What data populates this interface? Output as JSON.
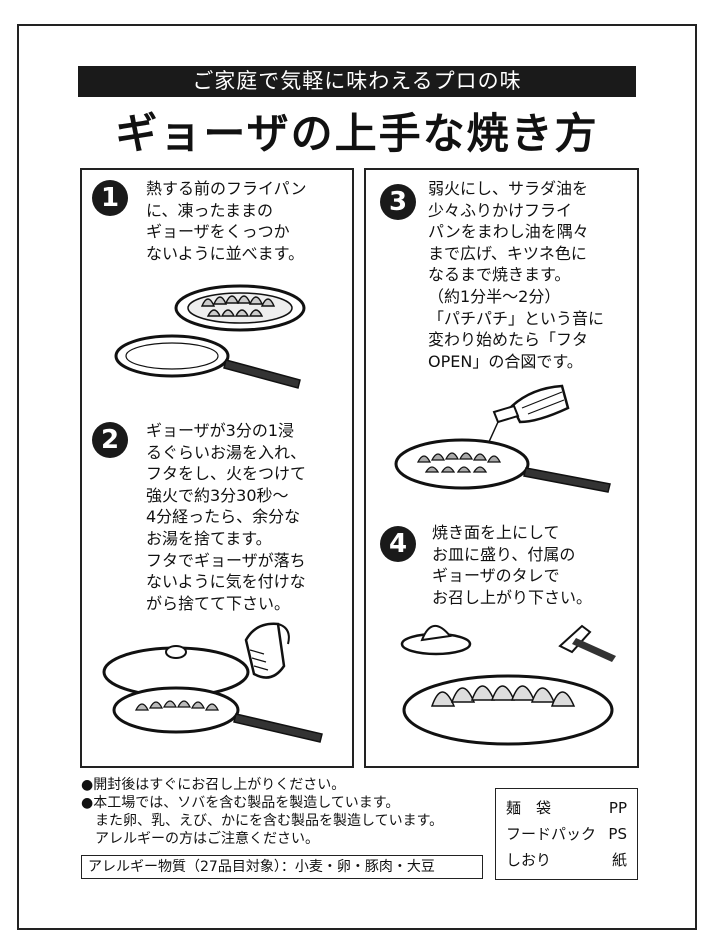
{
  "banner": "ご家庭で気軽に味わえるプロの味",
  "title": "ギョーザの上手な焼き方",
  "steps": [
    {
      "number": "1",
      "text": "熱する前のフライパン\nに、凍ったままの\nギョーザをくっつか\nないように並べます。"
    },
    {
      "number": "2",
      "text": "ギョーザが3分の1浸\nるぐらいお湯を入れ、\nフタをし、火をつけて\n強火で約3分30秒～\n4分経ったら、余分な\nお湯を捨てます。\nフタでギョーザが落ち\nないように気を付けな\nがら捨てて下さい。"
    },
    {
      "number": "3",
      "text": "弱火にし、サラダ油を\n少々ふりかけフライ\nパンをまわし油を隅々\nまで広げ、キツネ色に\nなるまで焼きます。\n（約1分半～2分）\n「パチパチ」という音に\n変わり始めたら「フタ\nOPEN」の合図です。"
    },
    {
      "number": "4",
      "text": "焼き面を上にして\nお皿に盛り、付属の\nギョーザのタレで\nお召し上がり下さい。"
    }
  ],
  "notes": [
    "●開封後はすぐにお召し上がりください。",
    "●本工場では、ソバを含む製品を製造しています。",
    "　また卵、乳、えび、かにを含む製品を製造しています。",
    "　アレルギーの方はご注意ください。"
  ],
  "allergy": "アレルギー物質（27品目対象）：小麦・卵・豚肉・大豆",
  "materials": [
    {
      "item": "麺　袋",
      "code": "PP"
    },
    {
      "item": "フードパック",
      "code": "PS"
    },
    {
      "item": "しおり",
      "code": "紙"
    }
  ]
}
